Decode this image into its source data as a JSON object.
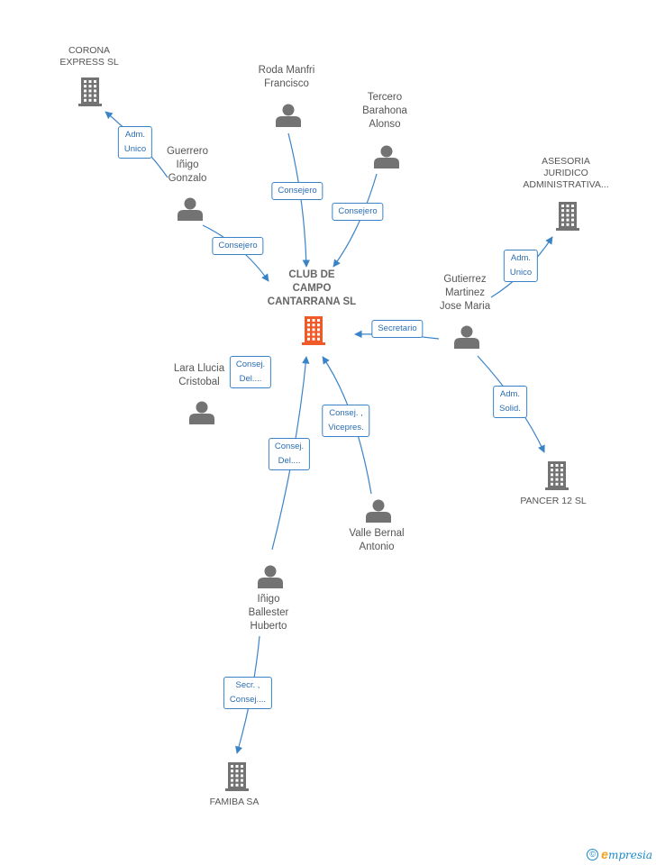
{
  "colors": {
    "edge": "#3b83c7",
    "node_gray": "#737373",
    "central_orange": "#f05a28",
    "brand_blue": "#1a89c8",
    "brand_orange": "#f2a31b"
  },
  "nodes": {
    "central": {
      "label": "CLUB DE\nCAMPO\nCANTARRANA SL",
      "icon": "building-icon"
    },
    "corona": {
      "label": "CORONA\nEXPRESS  SL",
      "icon": "building-icon"
    },
    "asesoria": {
      "label": "ASESORIA\nJURIDICO\nADMINISTRATIVA...",
      "icon": "building-icon"
    },
    "pancer": {
      "label": "PANCER 12 SL",
      "icon": "building-icon"
    },
    "famiba": {
      "label": "FAMIBA SA",
      "icon": "building-icon"
    },
    "roda": {
      "label": "Roda Manfri\nFrancisco",
      "icon": "person-icon"
    },
    "tercero": {
      "label": "Tercero\nBarahona\nAlonso",
      "icon": "person-icon"
    },
    "guerrero": {
      "label": "Guerrero\nIñigo\nGonzalo",
      "icon": "person-icon"
    },
    "gutierrez": {
      "label": "Gutierrez\nMartinez\nJose Maria",
      "icon": "person-icon"
    },
    "lara": {
      "label": "Lara Llucia\nCristobal",
      "icon": "person-icon"
    },
    "valle": {
      "label": "Valle Bernal\nAntonio",
      "icon": "person-icon"
    },
    "inigo": {
      "label": "Iñigo\nBallester\nHuberto",
      "icon": "person-icon"
    }
  },
  "edges": {
    "guerrero_corona": "Adm.\nUnico",
    "guerrero_central": "Consejero",
    "roda_central": "Consejero",
    "tercero_central": "Consejero",
    "gutierrez_asesoria": "Adm.\nUnico",
    "gutierrez_central": "Secretario",
    "gutierrez_pancer": "Adm.\nSolid.",
    "lara_central": "Consej.\nDel....",
    "inigo_central": "Consej.\nDel....",
    "valle_central": "Consej. ,\nVicepres.",
    "inigo_famiba": "Secr. ,\nConsej...."
  },
  "footer": {
    "copyright": "©",
    "brand_initial": "e",
    "brand_rest": "mpresia"
  }
}
